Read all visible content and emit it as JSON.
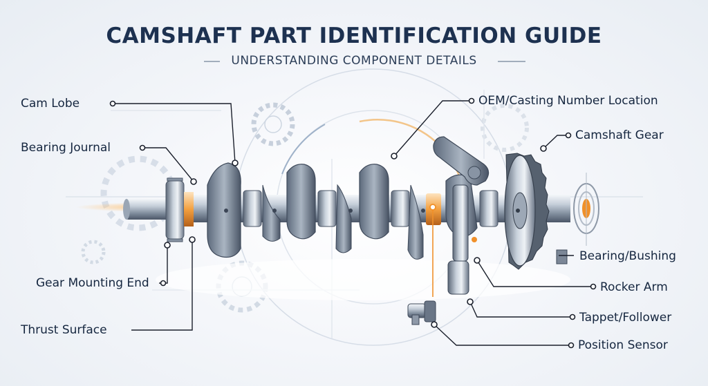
{
  "title": "CAMSHAFT PART IDENTIFICATION GUIDE",
  "subtitle": "UNDERSTANDING COMPONENT DETAILS",
  "labels": {
    "cam_lobe": "Cam Lobe",
    "bearing_journal": "Bearing Journal",
    "gear_mounting_end": "Gear Mounting End",
    "thrust_surface": "Thrust Surface",
    "oem_casting": "OEM/Casting Number Location",
    "camshaft_gear": "Camshaft Gear",
    "bearing_bushing": "Bearing/Bushing",
    "rocker_arm": "Rocker Arm",
    "tappet_follower": "Tappet/Follower",
    "position_sensor": "Position Sensor"
  },
  "colors": {
    "title": "#1d3150",
    "label": "#15263f",
    "accent": "#f0902a",
    "leader": "#1a1f2b",
    "steel_light": "#e9eef4",
    "steel_dark": "#4f5d70"
  }
}
